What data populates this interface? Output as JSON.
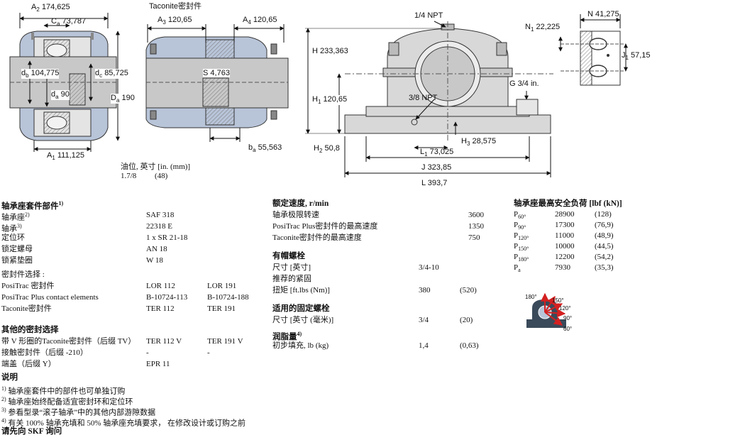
{
  "drawings": {
    "left": {
      "A2": "A",
      "A2_sub": "2",
      "A2_val": "174,625",
      "Ca": "C",
      "Ca_sub": "a",
      "Ca_val": "73,787",
      "db": "d",
      "db_sub": "b",
      "db_val": "104,775",
      "dc": "d",
      "dc_sub": "c",
      "dc_val": "85,725",
      "da": "d",
      "da_sub": "a",
      "da_val": "90",
      "Da": "D",
      "Da_sub": "a",
      "Da_val": "190",
      "A1": "A",
      "A1_sub": "1",
      "A1_val": "111,125"
    },
    "middle": {
      "title": "Taconite密封件",
      "A3": "A",
      "A3_sub": "3",
      "A3_val": "120,65",
      "A4": "A",
      "A4_sub": "4",
      "A4_val": "120,65",
      "S": "S",
      "S_val": "4,763",
      "ba": "b",
      "ba_sub": "a",
      "ba_val": "55,563"
    },
    "front": {
      "npt14": "1/4 NPT",
      "H": "H",
      "H_val": "233,363",
      "H1": "H",
      "H1_sub": "1",
      "H1_val": "120,65",
      "npt38": "3/8 NPT",
      "G": "G",
      "G_val": "3/4 in.",
      "H2": "H",
      "H2_sub": "2",
      "H2_val": "50,8",
      "H3": "H",
      "H3_sub": "3",
      "H3_val": "28,575",
      "L1": "L",
      "L1_sub": "1",
      "L1_val": "73,025",
      "J": "J",
      "J_val": "323,85",
      "L": "L",
      "L_val": "393,7"
    },
    "side": {
      "N": "N",
      "N_val": "41,275",
      "N1": "N",
      "N1_sub": "1",
      "N1_val": "22,225",
      "J1": "J",
      "J1_sub": "1",
      "J1_val": "57,15"
    },
    "oil": {
      "label": "油位, 英寸 [in. (mm)]",
      "value": "1.7/8",
      "mm": "(48)"
    }
  },
  "colors": {
    "housing_blue": "#b8c4d8",
    "housing_gray": "#d8d8d8",
    "shaft_gray": "#c8c8c8",
    "red_arrow": "#d42020"
  },
  "kit": {
    "title": "轴承座套件部件",
    "title_sup": "1)",
    "rows": [
      {
        "label": "轴承座",
        "sup": "2)",
        "v1": "SAF 318",
        "v2": ""
      },
      {
        "label": "轴承",
        "sup": "3)",
        "v1": "22318 E",
        "v2": ""
      },
      {
        "label": "定位环",
        "sup": "",
        "v1": "1 x SR 21-18",
        "v2": ""
      },
      {
        "label": "锁定螺母",
        "sup": "",
        "v1": "AN 18",
        "v2": ""
      },
      {
        "label": "锁紧垫圈",
        "sup": "",
        "v1": "W 18",
        "v2": ""
      }
    ],
    "seal_title": "密封件选择 :",
    "seal_rows": [
      {
        "label": "PosiTrac 密封件",
        "v1": "LOR 112",
        "v2": "LOR 191"
      },
      {
        "label": "PosiTrac Plus contact elements",
        "v1": "B-10724-113",
        "v2": "B-10724-188"
      },
      {
        "label": "Taconite密封件",
        "v1": "TER 112",
        "v2": "TER 191"
      }
    ],
    "other_title": "其他的密封选择",
    "other_rows": [
      {
        "label": "带 V 形圈的Taconite密封件（后缀 TV）",
        "v1": "TER 112 V",
        "v2": "TER 191 V"
      },
      {
        "label": "接触密封件（后缀 -210）",
        "v1": "-",
        "v2": "-"
      },
      {
        "label": "端盖（后缀 Y）",
        "v1": "EPR 11",
        "v2": ""
      }
    ]
  },
  "speed": {
    "title": "额定速度, r/min",
    "rows": [
      {
        "label": "轴承极限转速",
        "value": "3600"
      },
      {
        "label": "PosiTrac Plus密封件的最高速度",
        "value": "1350"
      },
      {
        "label": "Taconite密封件的最高速度",
        "value": "750"
      }
    ]
  },
  "cap_bolts": {
    "title": "有帽螺栓",
    "rows": [
      {
        "label": "尺寸 [英寸]",
        "v1": "3/4-10",
        "v2": ""
      },
      {
        "label": "推荐的紧固",
        "v1": "",
        "v2": ""
      },
      {
        "label": "扭矩 [ft.lbs (Nm)]",
        "v1": "380",
        "v2": "(520)"
      }
    ]
  },
  "fix_bolts": {
    "title": "适用的固定螺栓",
    "rows": [
      {
        "label": "尺寸 [英寸 (毫米)]",
        "v1": "3/4",
        "v2": "(20)"
      }
    ]
  },
  "grease": {
    "title": "润脂量",
    "title_sup": "4)",
    "rows": [
      {
        "label": "初步填充, lb (kg)",
        "v1": "1,4",
        "v2": "(0,63)"
      }
    ]
  },
  "loads": {
    "title": "轴承座最高安全负荷 [lbf (kN)]",
    "rows": [
      {
        "p": "P",
        "sub": "60°",
        "v1": "28900",
        "v2": "(128)"
      },
      {
        "p": "P",
        "sub": "90°",
        "v1": "17300",
        "v2": "(76,9)"
      },
      {
        "p": "P",
        "sub": "120°",
        "v1": "11000",
        "v2": "(48,9)"
      },
      {
        "p": "P",
        "sub": "150°",
        "v1": "10000",
        "v2": "(44,5)"
      },
      {
        "p": "P",
        "sub": "180°",
        "v1": "12200",
        "v2": "(54,2)"
      },
      {
        "p": "P",
        "sub": "a",
        "v1": "7930",
        "v2": "(35,3)"
      }
    ],
    "angles": [
      "180°",
      "150°",
      "120°",
      "90°",
      "60°"
    ]
  },
  "notes": {
    "title": "说明",
    "items": [
      {
        "sup": "1)",
        "text": "轴承座套件中的部件也可单独订购"
      },
      {
        "sup": "2)",
        "text": "轴承座始终配备适宜密封环和定位环"
      },
      {
        "sup": "3)",
        "text": "参看型录“滚子轴承”中的其他内部游隙数据"
      },
      {
        "sup": "4)",
        "text": "有关 100% 轴承充填和 50% 轴承座充填要求， 在修改设计或订购之前"
      }
    ],
    "contact": "请先向 SKF 询问"
  }
}
